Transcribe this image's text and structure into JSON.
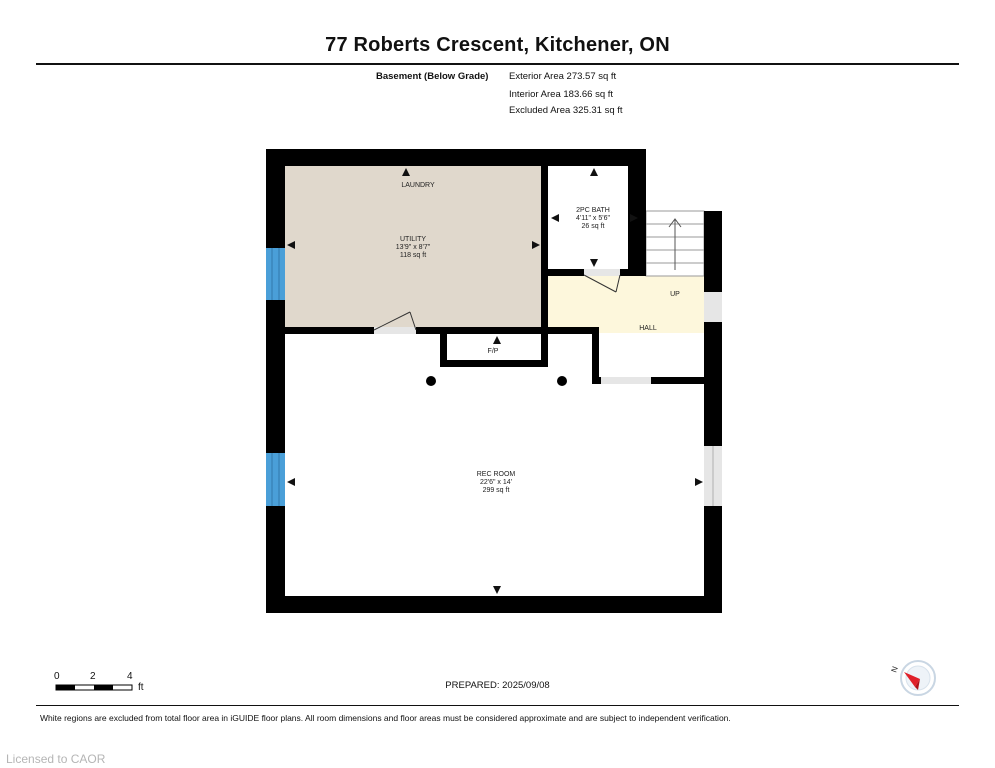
{
  "header": {
    "title": "77 Roberts Crescent, Kitchener, ON"
  },
  "level": {
    "name": "Basement (Below Grade)",
    "areas": [
      "Exterior Area 273.57 sq ft",
      "Interior Area 183.66 sq ft",
      "Excluded Area 325.31 sq ft"
    ]
  },
  "rooms": {
    "laundry": {
      "name": "LAUNDRY"
    },
    "utility": {
      "name": "UTILITY",
      "dims": "13'9\" x 8'7\"",
      "area": "118 sq ft"
    },
    "bath": {
      "name": "2PC BATH",
      "dims": "4'11\" x 5'6\"",
      "area": "26 sq ft"
    },
    "hall": {
      "name": "HALL",
      "up": "UP"
    },
    "fp": {
      "name": "F/P"
    },
    "rec": {
      "name": "REC ROOM",
      "dims": "22'6\" x 14'",
      "area": "299 sq ft"
    }
  },
  "colors": {
    "utility_fill": "#e0d8cc",
    "hall_fill": "#fdf7dc",
    "wall": "#000000",
    "window": "#4a9fd8",
    "compass_red": "#e0202a"
  },
  "scale": {
    "ticks": [
      "0",
      "2",
      "4"
    ],
    "unit": "ft"
  },
  "footer": {
    "prepared": "PREPARED: 2025/09/08",
    "disclaimer": "White regions are excluded from total floor area in iGUIDE floor plans. All room dimensions and floor areas must be considered approximate and are subject to independent verification.",
    "licensed": "Licensed to CAOR",
    "compass_letter": "N"
  }
}
